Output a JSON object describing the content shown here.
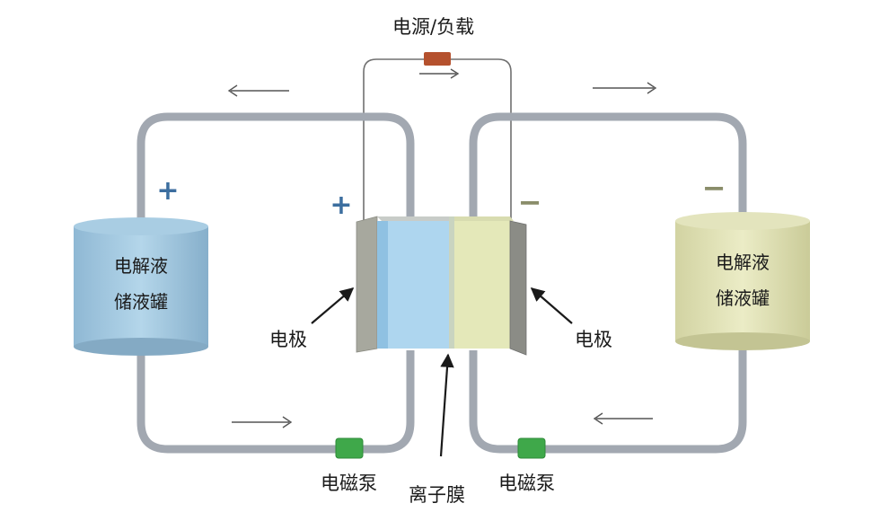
{
  "title": "电源/负载",
  "left_tank": {
    "line1": "电解液",
    "line2": "储液罐",
    "polarity": "+"
  },
  "right_tank": {
    "line1": "电解液",
    "line2": "储液罐",
    "polarity": "−"
  },
  "cell": {
    "left_polarity": "+",
    "right_polarity": "−"
  },
  "labels": {
    "electrode_left": "电极",
    "electrode_right": "电极",
    "membrane": "离子膜",
    "pump_left": "电磁泵",
    "pump_right": "电磁泵"
  },
  "colors": {
    "positive": "#3c6e9f",
    "negative": "#8a8d6a",
    "pipe": "#9aa0aa",
    "pump": "#3fa84a",
    "resistor": "#b04a2a",
    "tank_left": "#9cc6e0",
    "tank_right": "#dfe0b3"
  }
}
